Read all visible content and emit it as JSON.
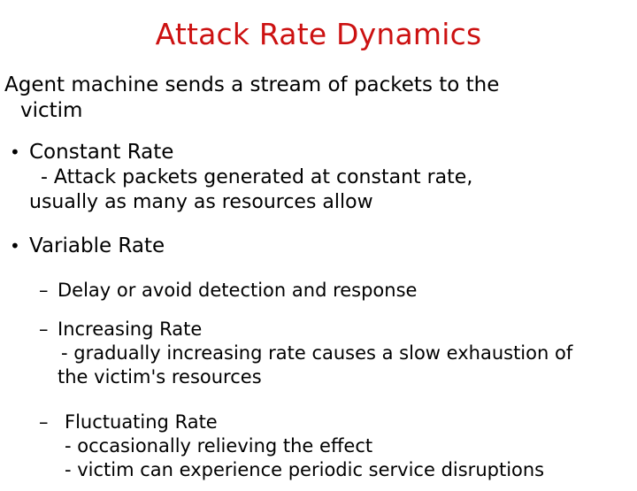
{
  "slide": {
    "title": "Attack Rate Dynamics",
    "title_color": "#cc1111",
    "background_color": "#ffffff",
    "text_color": "#000000",
    "bullet_glyph": "•",
    "dash_glyph": "–",
    "hyphen_glyph": "-",
    "intro": {
      "line1": "Agent machine sends a stream of packets to the",
      "line2": "victim"
    },
    "bullets": [
      {
        "label": "Constant Rate",
        "detail_line1": "- Attack packets generated at constant rate,",
        "detail_line2": "usually as many as resources allow"
      },
      {
        "label": "Variable Rate"
      }
    ],
    "sub_items": [
      {
        "label": "Delay or avoid detection and response"
      },
      {
        "label": "Increasing Rate",
        "detail_line1": "- gradually increasing rate causes a slow exhaustion of",
        "detail_line2": "the victim's resources"
      },
      {
        "label": " Fluctuating Rate",
        "detail_line1": "- occasionally relieving the effect",
        "detail_line2": "- victim can experience periodic service disruptions"
      }
    ]
  }
}
